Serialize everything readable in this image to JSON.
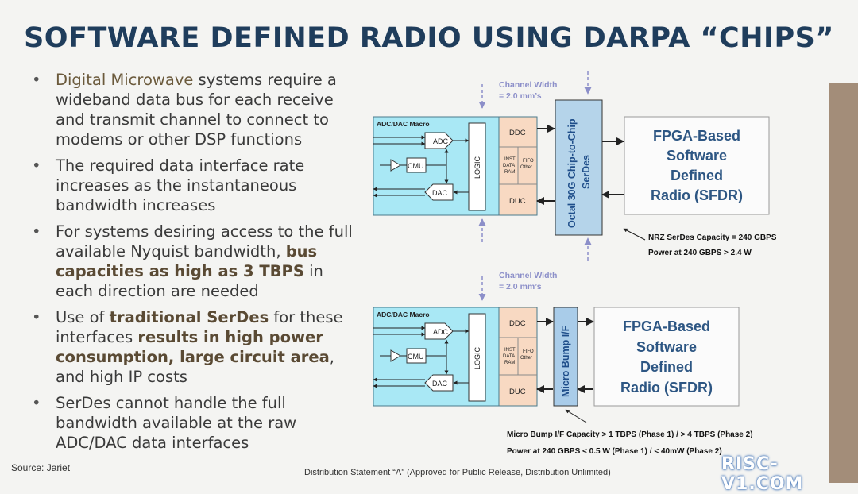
{
  "title": "SOFTWARE DEFINED RADIO USING DARPA “CHIPS”",
  "bullets": [
    {
      "parts": [
        "Digital Microwave",
        " systems require a wideband data bus for each receive and transmit channel to connect to modems or other DSP functions"
      ]
    },
    {
      "parts": [
        "The required data interface rate increases as the instantaneous bandwidth increases"
      ]
    },
    {
      "parts": [
        "For systems desiring access to the full available Nyquist bandwidth, ",
        "bus capacities as high as 3 TBPS",
        " in each direction are needed"
      ]
    },
    {
      "parts": [
        "Use of ",
        "traditional SerDes",
        " for these interfaces ",
        "results in high power consumption, large circuit area",
        ", and high IP costs"
      ]
    },
    {
      "parts": [
        "SerDes cannot handle the full bandwidth available at the raw ADC/DAC data interfaces"
      ]
    }
  ],
  "bullet_marker": "•",
  "diagram_top": {
    "channel_width_label": "Channel Width",
    "channel_width_value": "= 2.0 mm’s",
    "macro_label": "ADC/DAC Macro",
    "adc": "ADC",
    "cmu": "CMU",
    "dac": "DAC",
    "logic": "LOGIC",
    "ddc": "DDC",
    "duc": "DUC",
    "inst": "INST",
    "data": "DATA",
    "ram": "RAM",
    "fifo": "FIFO",
    "other": "Other",
    "serdes_line1": "Octal 30G Chip-to-Chip",
    "serdes_line2": "SerDes",
    "fpga": [
      "FPGA-Based",
      "Software",
      "Defined",
      "Radio (SFDR)"
    ],
    "note1": "NRZ SerDes Capacity = 240 GBPS",
    "note2": "Power at 240 GBPS  > 2.4 W"
  },
  "diagram_bottom": {
    "channel_width_label": "Channel Width",
    "channel_width_value": "= 2.0 mm’s",
    "macro_label": "ADC/DAC Macro",
    "adc": "ADC",
    "cmu": "CMU",
    "dac": "DAC",
    "logic": "LOGIC",
    "ddc": "DDC",
    "duc": "DUC",
    "inst": "INST",
    "data": "DATA",
    "ram": "RAM",
    "fifo": "FIFO",
    "other": "Other",
    "bump": "Micro Bump I/F",
    "fpga": [
      "FPGA-Based",
      "Software",
      "Defined",
      "Radio (SFDR)"
    ],
    "note1": "Micro Bump I/F Capacity > 1 TBPS (Phase 1)  / > 4 TBPS (Phase 2)",
    "note2": "Power at 240 GBPS  < 0.5 W (Phase 1)  / < 40mW (Phase 2)"
  },
  "source": "Source: Jariet",
  "footer": "Distribution Statement “A” (Approved for Public Release, Distribution Unlimited)",
  "watermark": "RISC-V1.COM",
  "colors": {
    "title": "#1f3d5c",
    "cyan": "#a9e8f5",
    "peach": "#f8d9c2",
    "serdes": "#b5d4ea",
    "bump": "#a9cce9",
    "channel": "#8c8fc9",
    "sidebar": "#a38d79"
  }
}
